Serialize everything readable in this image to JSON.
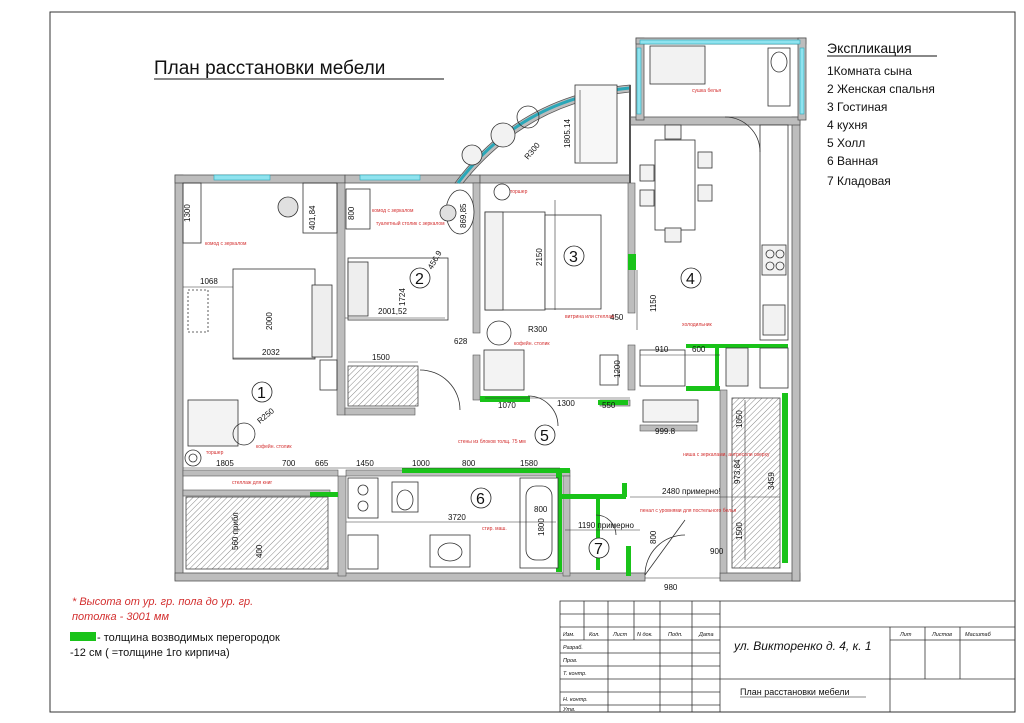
{
  "title": "План расстановки мебели",
  "explication": {
    "heading": "Экспликация",
    "items": [
      "1Комната сына",
      "2 Женская спальня",
      "3 Гостиная",
      "4 кухня",
      "5 Холл",
      "6 Ванная",
      "7 Кладовая"
    ]
  },
  "room_numbers": [
    "1",
    "2",
    "3",
    "4",
    "5",
    "6",
    "7"
  ],
  "dimensions": {
    "d1300": "1300",
    "d1068": "1068",
    "d2000": "2000",
    "d2032": "2032",
    "d800": "800",
    "d1724": "1724",
    "d2001": "2001,52",
    "d1500": "1500",
    "d628": "628",
    "d2150": "2150",
    "d1805_14": "1805.14",
    "r300a": "R300",
    "r300b": "R300",
    "r250": "R250",
    "d1150": "1150",
    "d450": "450",
    "d1200": "1200",
    "d910": "910",
    "d600": "600",
    "d1070": "1070",
    "d1300b": "1300",
    "d550": "550",
    "d999": "999.8",
    "d1050": "1050",
    "d973": "973.84",
    "d3459": "3459",
    "d1805": "1805",
    "d700": "700",
    "d665": "665",
    "d1450": "1450",
    "d1000": "1000",
    "d800b": "800",
    "d1580": "1580",
    "d2480": "2480 примерно!",
    "d3720": "3720",
    "d800c": "800",
    "d1800": "1800",
    "d1190": "1190 примерно",
    "d800d": "800",
    "d900": "900",
    "d1500b": "1500",
    "d980": "980",
    "d560": "560 прибл",
    "d400": "400",
    "d456": "456.9",
    "d401": "401,84",
    "d869": "869,85"
  },
  "notes": {
    "n1": "комод с зеркалом",
    "n2": "комод с зеркалом",
    "n3": "туалетный столик с зеркалом",
    "n4": "торшер",
    "n5": "кофейн. столик",
    "n6": "торшер",
    "n7": "кофейн. столик",
    "n8": "витрина или стеллаж",
    "n9": "холодильник",
    "n10": "стены из блоков толщ. 75 мм",
    "n11": "ниша с зеркалами, антресоли сверху",
    "n12": "стеллаж для книг",
    "n13": "сушка белья",
    "n14": "стир. маш.",
    "n15": "пенал с уровнями для постельного белья"
  },
  "height_note": [
    "* Высота от ур. гр. пола до ур. гр.",
    "потолка - 3001 мм"
  ],
  "legend": {
    "line1": "- толщина возводимых перегородок",
    "line2": "-12 см ( =толщине 1го кирпича)",
    "color": "#19c319"
  },
  "colors": {
    "wall": "#bdbdbd",
    "partition": "#19c319",
    "note": "#d32f2f",
    "glass": "#8fe3ef",
    "ink": "#222222"
  },
  "title_block": {
    "headers": [
      "Изм.",
      "Кол.",
      "Лист",
      "N док.",
      "Подп.",
      "Дата"
    ],
    "rows": [
      "Разраб.",
      "Пров.",
      "Т. контр.",
      "",
      "Н. контр.",
      "Утв."
    ],
    "address": "ул. Викторенко д. 4, к. 1",
    "sheet_title": "План расстановки мебели",
    "right_headers": [
      "Лит",
      "Листов",
      "Масштаб"
    ]
  }
}
